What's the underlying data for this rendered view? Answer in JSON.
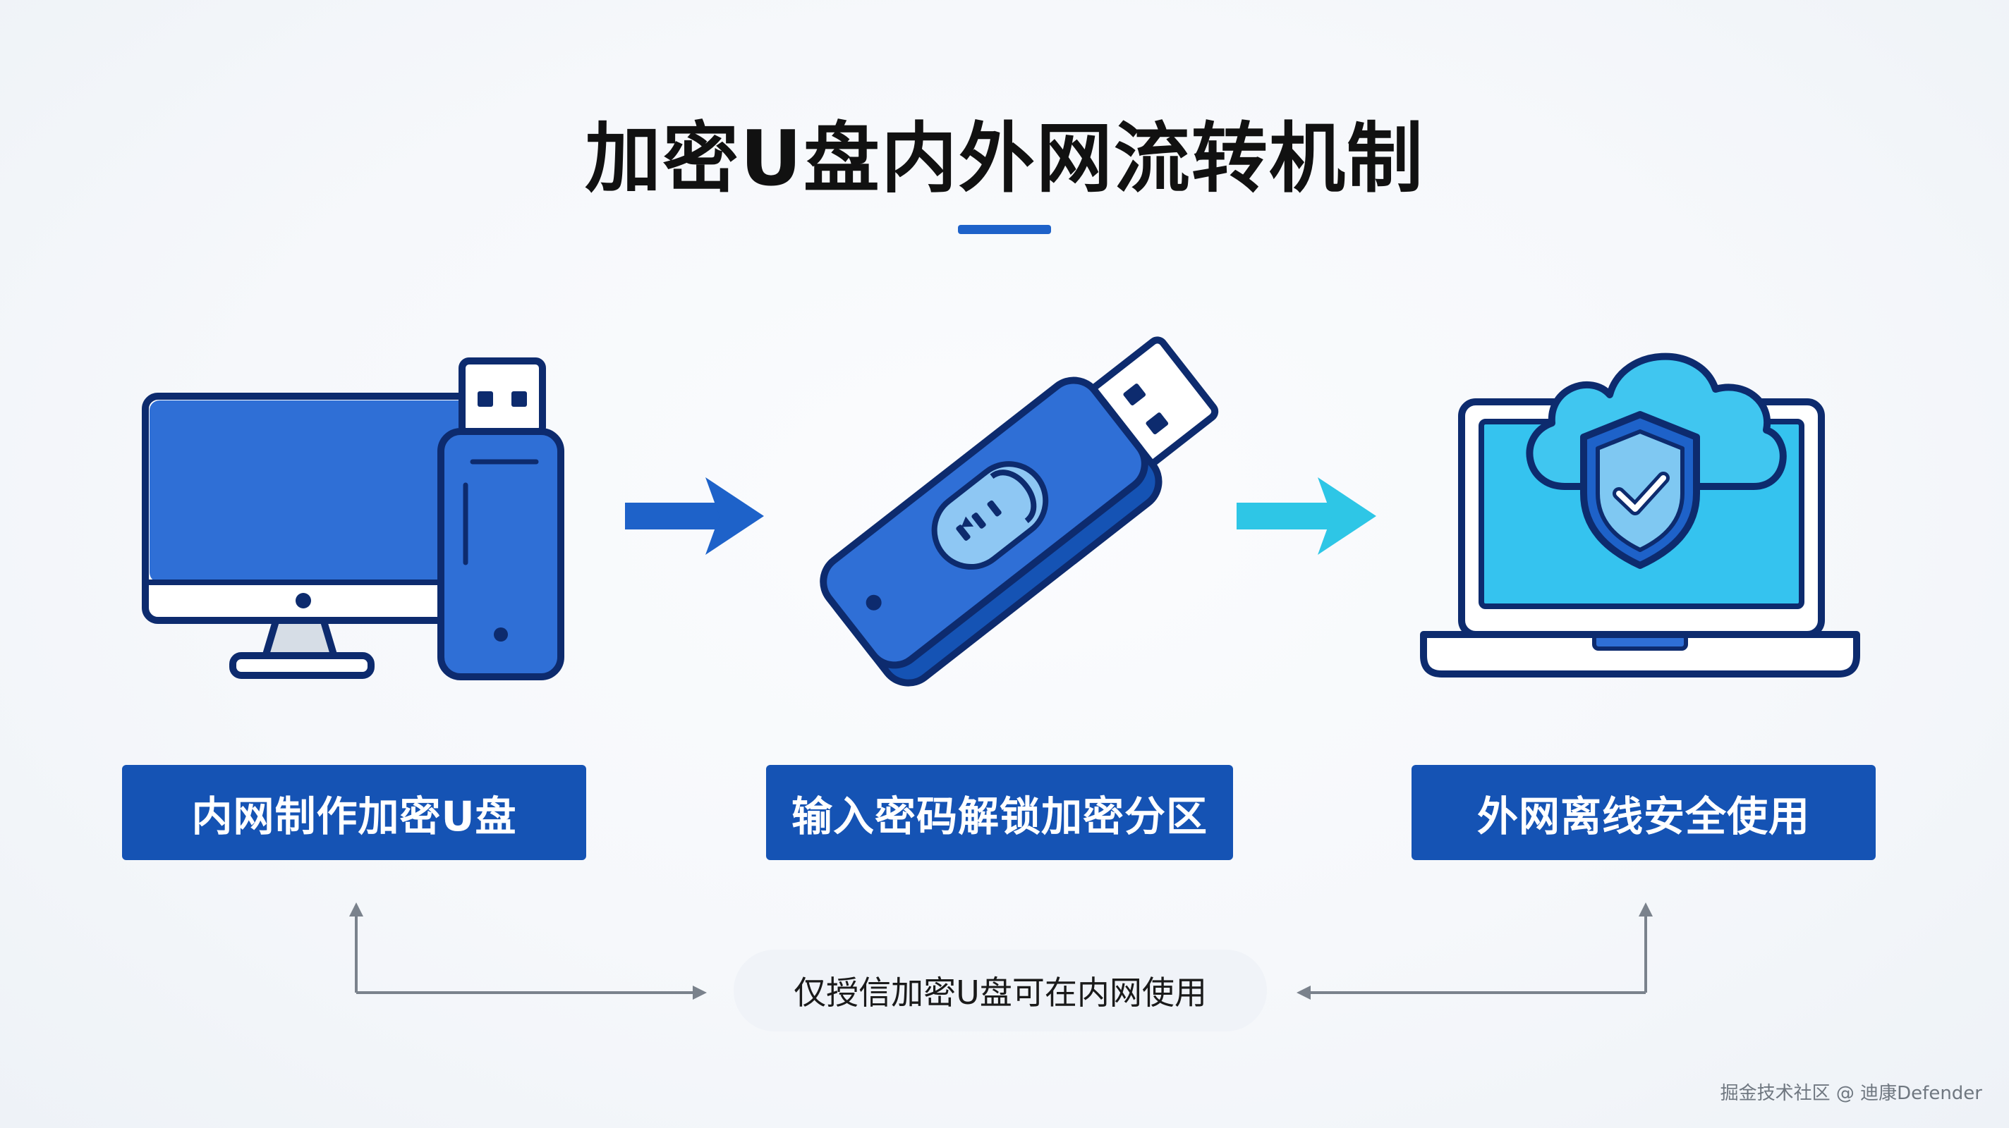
{
  "title": "加密U盘内外网流转机制",
  "steps": [
    {
      "label": "内网制作加密U盘",
      "icon": "desktop-with-usb-icon"
    },
    {
      "label": "输入密码解锁加密分区",
      "icon": "locked-usb-drive-icon"
    },
    {
      "label": "外网离线安全使用",
      "icon": "laptop-cloud-shield-icon"
    }
  ],
  "note": "仅授信加密U盘可在内网使用",
  "watermark": "掘金技术社区 @ 迪康Defender",
  "colors": {
    "primary": "#1553b4",
    "icon_blue": "#2f6fd6",
    "arrow_blue": "#1e62c9",
    "arrow_cyan": "#2ec6e6",
    "outline": "#0d2b6e"
  }
}
